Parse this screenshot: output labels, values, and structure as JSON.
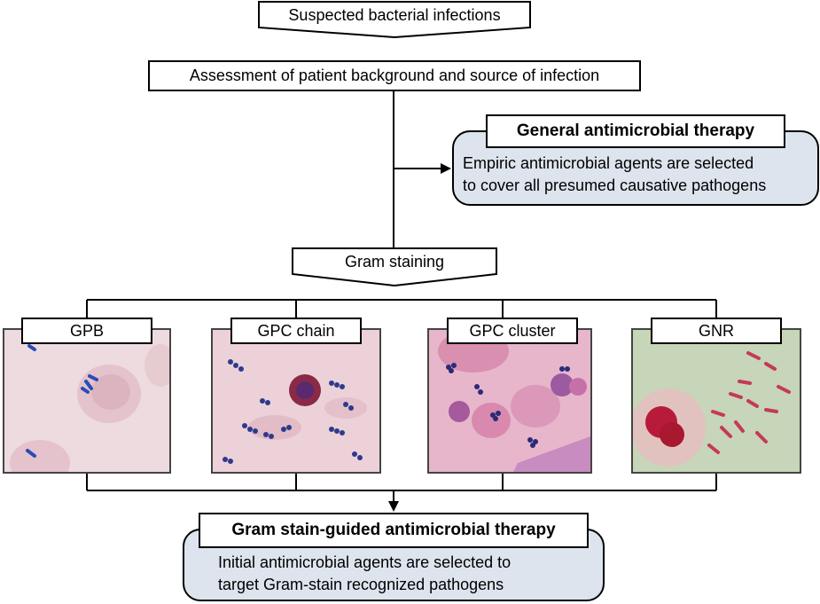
{
  "flow": {
    "start": "Suspected bacterial infections",
    "assessment": "Assessment of patient background and source of infection",
    "gram_staining": "Gram staining"
  },
  "general_therapy": {
    "title": "General antimicrobial therapy",
    "line1": "Empiric antimicrobial agents are selected",
    "line2": "to cover all presumed causative pathogens"
  },
  "micrographs": [
    {
      "label": "GPB"
    },
    {
      "label": "GPC chain"
    },
    {
      "label": "GPC cluster"
    },
    {
      "label": "GNR"
    }
  ],
  "guided_therapy": {
    "title": "Gram stain-guided antimicrobial therapy",
    "line1": "Initial antimicrobial agents are selected to",
    "line2": "target Gram-stain recognized pathogens"
  }
}
